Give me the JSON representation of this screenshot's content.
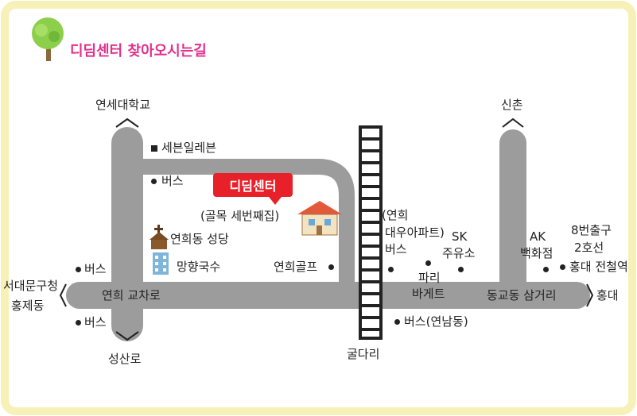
{
  "header": {
    "title": "디딤센터 찾아오시는길"
  },
  "map": {
    "center_name": "디딤센터",
    "labels": {
      "yonsei": "연세대학교",
      "seven_eleven": "세븐일레븐",
      "bus_top": "버스",
      "alley": "(골목 세번째집)",
      "cathedral": "연희동 성당",
      "manghyang": "망향국수",
      "golf": "연희골프",
      "bus_left": "버스",
      "seodaemun": "서대문구청",
      "hongje": "홍제동",
      "road_main": "연희 교차로",
      "bus_left_low": "버스",
      "seongsan": "성산로",
      "gooldari": "굴다리",
      "daewoo1": "(연희",
      "daewoo2": "대우아파트)",
      "bus_daewoo": "버스",
      "sk1": "SK",
      "sk2": "주유소",
      "paris1": "파리",
      "paris2": "바게트",
      "bus_yeonnam": "버스(연남동)",
      "sinchon": "신촌",
      "ak1": "AK",
      "ak2": "백화점",
      "exit1": "8번출구",
      "exit2": "2호선",
      "exit3": "홍대 전철역",
      "donggyo": "동교동 삼거리",
      "hongdae": "홍대"
    }
  },
  "colors": {
    "road": "#9c9c9c",
    "border": "#f7f1b8",
    "accent": "#e8202a",
    "title": "#e0308c"
  }
}
